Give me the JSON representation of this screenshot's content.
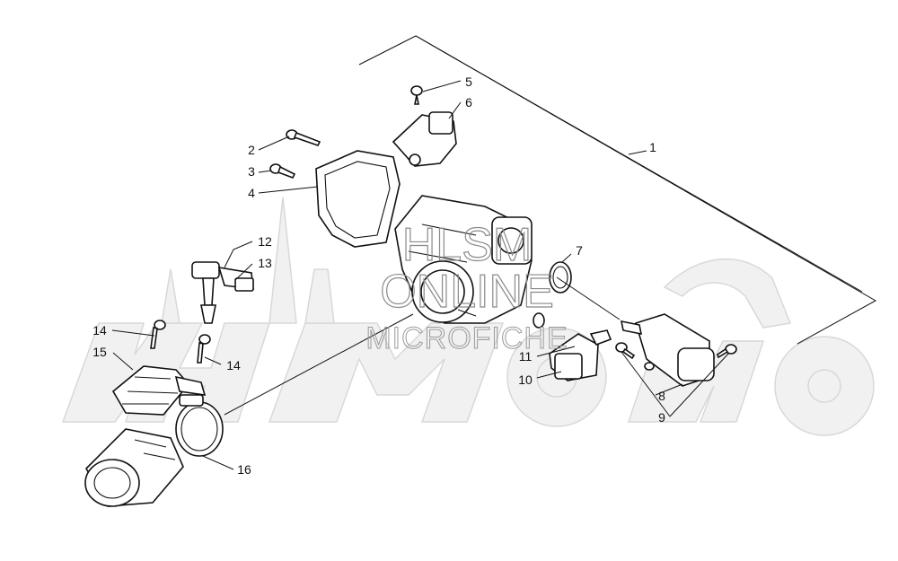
{
  "watermark": {
    "line1": "HLSM",
    "line2": "ONLINE",
    "line3": "MICROFICHE"
  },
  "callouts": [
    {
      "label": "1"
    },
    {
      "label": "2"
    },
    {
      "label": "3"
    },
    {
      "label": "4"
    },
    {
      "label": "5"
    },
    {
      "label": "6"
    },
    {
      "label": "7"
    },
    {
      "label": "8"
    },
    {
      "label": "9"
    },
    {
      "label": "10"
    },
    {
      "label": "11"
    },
    {
      "label": "12"
    },
    {
      "label": "13"
    },
    {
      "label": "14"
    },
    {
      "label": "14"
    },
    {
      "label": "15"
    },
    {
      "label": "16"
    }
  ]
}
